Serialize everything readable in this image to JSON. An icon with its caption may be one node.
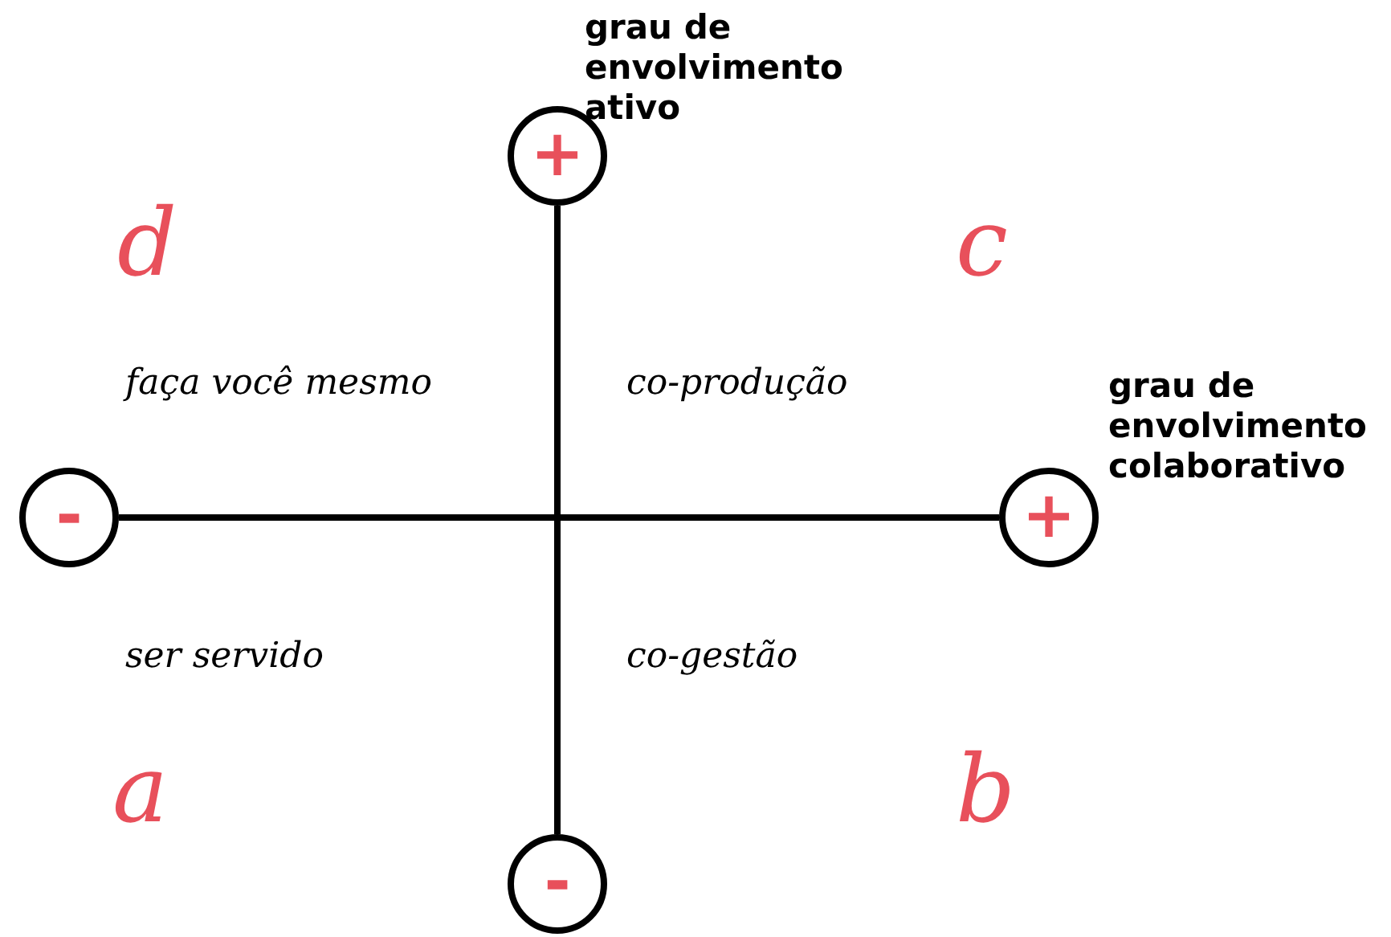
{
  "diagram": {
    "nodes": [
      {
        "text": [
          "+"
        ],
        "beside": [
          "grau de envolvimento ativo"
        ]
      },
      {
        "text": [
          "-"
        ]
      },
      {
        "text": [
          "+"
        ],
        "beside": [
          "grau de envolvimento colaborativo"
        ]
      },
      {
        "text": [
          "-"
        ]
      }
    ],
    "edges": [
      {
        "from": 0,
        "to": 3,
        "arrow": "none"
      },
      {
        "from": 1,
        "to": 2,
        "arrow": "none"
      }
    ],
    "labels": [
      "d",
      "c",
      "faça você mesmo",
      "co-produção",
      "ser servido",
      "co-gestão",
      "a",
      "b"
    ]
  }
}
